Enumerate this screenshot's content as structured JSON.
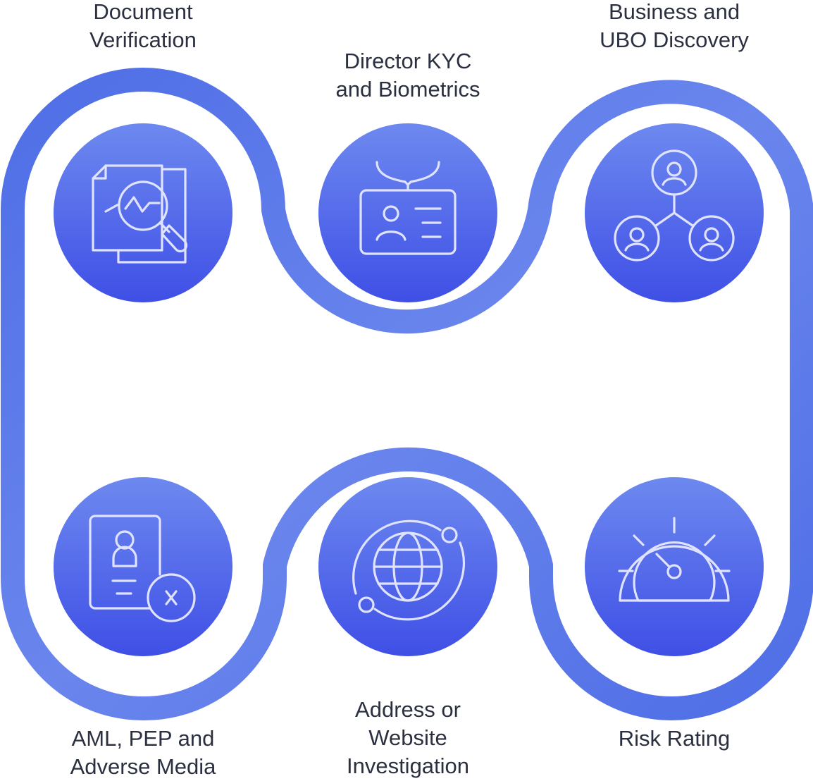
{
  "steps": [
    {
      "id": "document-verification",
      "label_lines": [
        "Document",
        "Verification"
      ],
      "icon": "document-search-icon"
    },
    {
      "id": "director-kyc",
      "label_lines": [
        "Director KYC",
        "and Biometrics"
      ],
      "icon": "id-card-icon"
    },
    {
      "id": "business-ubo",
      "label_lines": [
        "Business and",
        "UBO Discovery"
      ],
      "icon": "ownership-network-icon"
    },
    {
      "id": "aml-pep",
      "label_lines": [
        "AML, PEP and",
        "Adverse Media"
      ],
      "icon": "profile-reject-icon"
    },
    {
      "id": "address-website",
      "label_lines": [
        "Address or",
        "Website",
        "Investigation"
      ],
      "icon": "globe-orbit-icon"
    },
    {
      "id": "risk-rating",
      "label_lines": [
        "Risk Rating"
      ],
      "icon": "speedometer-icon"
    }
  ],
  "colors": {
    "track": "#5d7bea",
    "track_light": "#6e8aee",
    "circle_top": "#6d89ef",
    "circle_bottom": "#3f4fe6",
    "icon_stroke": "#dfe3ff",
    "label_text": "#2b3040"
  }
}
